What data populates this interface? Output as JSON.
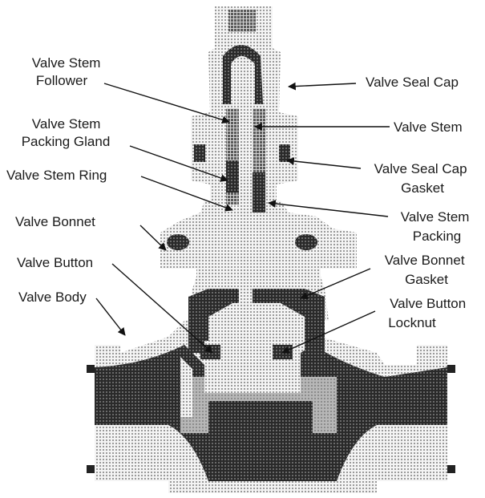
{
  "labels": {
    "valve_stem_follower": [
      "Valve Stem",
      "Follower"
    ],
    "valve_stem_packing_gland": [
      "Valve Stem",
      "Packing Gland"
    ],
    "valve_stem_ring": [
      "Valve Stem Ring"
    ],
    "valve_bonnet": [
      "Valve Bonnet"
    ],
    "valve_button": [
      "Valve Button"
    ],
    "valve_body": [
      "Valve Body"
    ],
    "valve_seal_cap": [
      "Valve Seal Cap"
    ],
    "valve_stem": [
      "Valve Stem"
    ],
    "valve_seal_cap_gasket": [
      "Valve Seal Cap",
      "Gasket"
    ],
    "valve_stem_packing": [
      "Valve Stem",
      "Packing"
    ],
    "valve_bonnet_gasket": [
      "Valve Bonnet",
      "Gasket"
    ],
    "valve_button_locknut": [
      "Valve Button",
      "Locknut"
    ]
  },
  "colors": {
    "dark": "#1c1c1c",
    "medium": "#8c8c8c",
    "light": "#cfcfcf",
    "ink": "#1a1a1a"
  }
}
